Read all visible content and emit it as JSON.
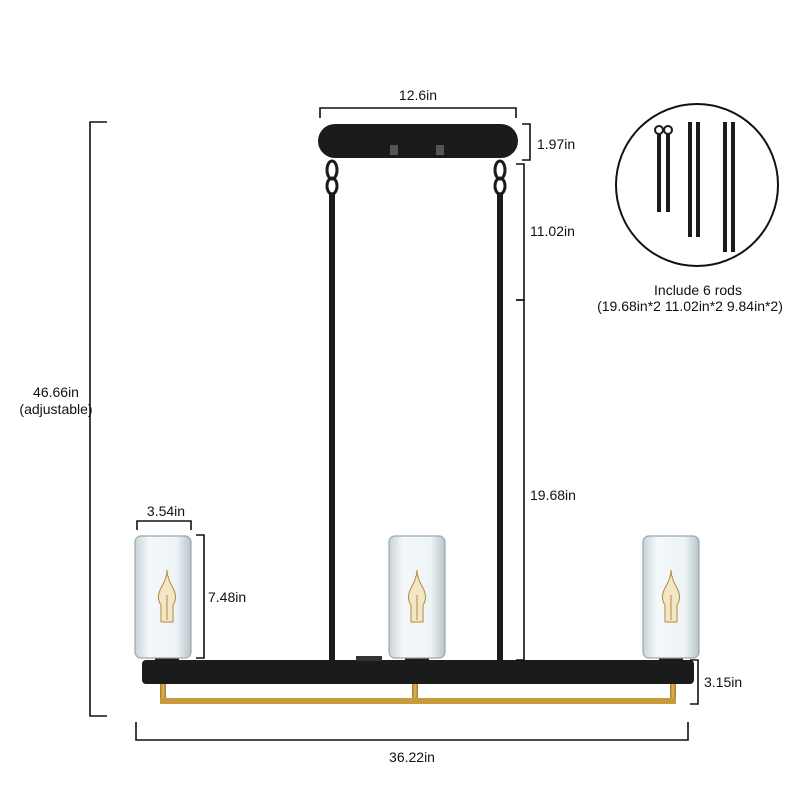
{
  "dimensions": {
    "canopy_width": "12.6in",
    "canopy_height": "1.97in",
    "top_rod": "11.02in",
    "long_rod": "19.68in",
    "overall_height": "46.66in",
    "overall_height_note": "(adjustable)",
    "shade_width": "3.54in",
    "shade_height": "7.48in",
    "bar_height": "3.15in",
    "overall_width": "36.22in"
  },
  "rods_note": {
    "title": "Include 6 rods",
    "detail": "(19.68in*2 11.02in*2  9.84in*2)"
  },
  "colors": {
    "fixture_black": "#1b1b1b",
    "brass": "#c89a3c",
    "glass": "#d9e4ea"
  }
}
